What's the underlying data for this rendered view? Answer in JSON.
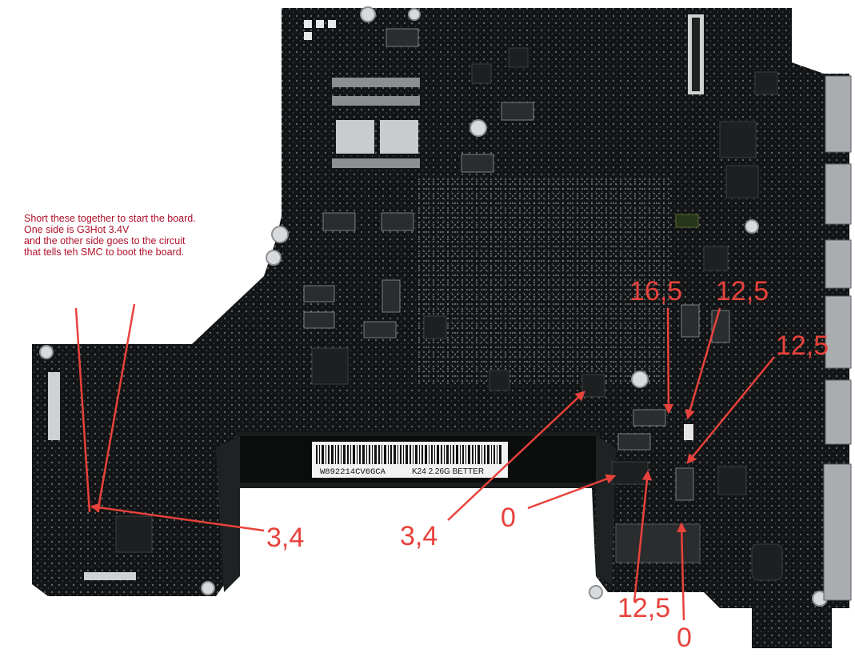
{
  "annotation": {
    "lines": [
      "Short these together to start the board.",
      "One side is G3Hot 3.4V",
      "and the other side goes to the circuit",
      "that tells teh SMC to boot the board."
    ]
  },
  "measurements": {
    "v1": "16,5",
    "v2": "12,5",
    "v3": "12,5",
    "v4": "3,4",
    "v5": "3,4",
    "v6": "0",
    "v7": "12,5",
    "v8": "0"
  },
  "label": {
    "serial": "W892214CV6GCA",
    "model": "K24 2.26G BETTER"
  },
  "colors": {
    "pcb": "#111314",
    "annotation_text": "#b0102a",
    "arrow": "#e8423c"
  }
}
